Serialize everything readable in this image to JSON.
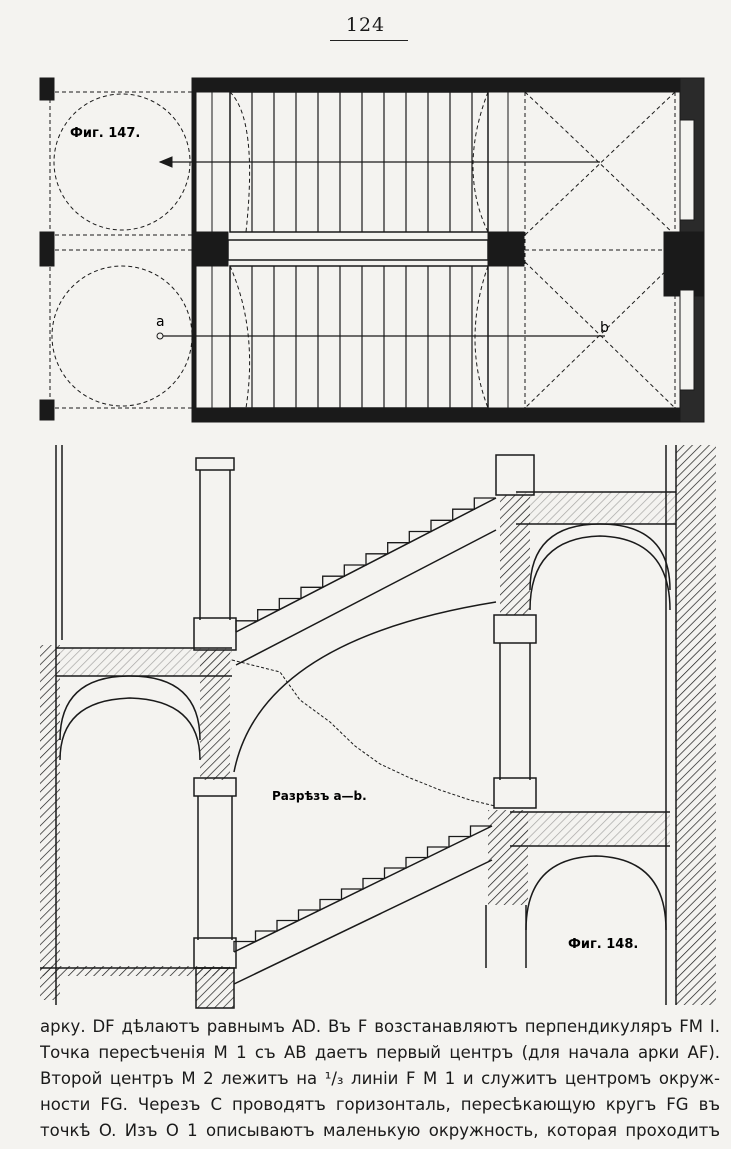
{
  "page": {
    "number": "124"
  },
  "figures": {
    "fig147": {
      "label": "Фиг. 147.",
      "point_a": "a",
      "point_b": "b"
    },
    "fig148": {
      "label": "Фиг. 148.",
      "section_caption": "Разрѣзъ a—b."
    }
  },
  "body_lines": [
    "арку. DF дѣлаютъ равнымъ AD. Въ F возстанавляютъ перпендикуляръ FM I.",
    "Точка пересѣченія M 1 съ AB даетъ первый центръ (для начала арки AF).",
    "Второй центръ M 2 лежитъ на ¹/₃ линіи F M 1 и служитъ центромъ окруж-",
    "ности FG. Черезъ C проводятъ горизонталь, пересѣкающую кругъ FG въ",
    "точкѣ O. Изъ O 1 описываютъ маленькую окружность, которая проходитъ"
  ],
  "colors": {
    "ink": "#1a1a1a",
    "paper": "#f4f3f0"
  }
}
